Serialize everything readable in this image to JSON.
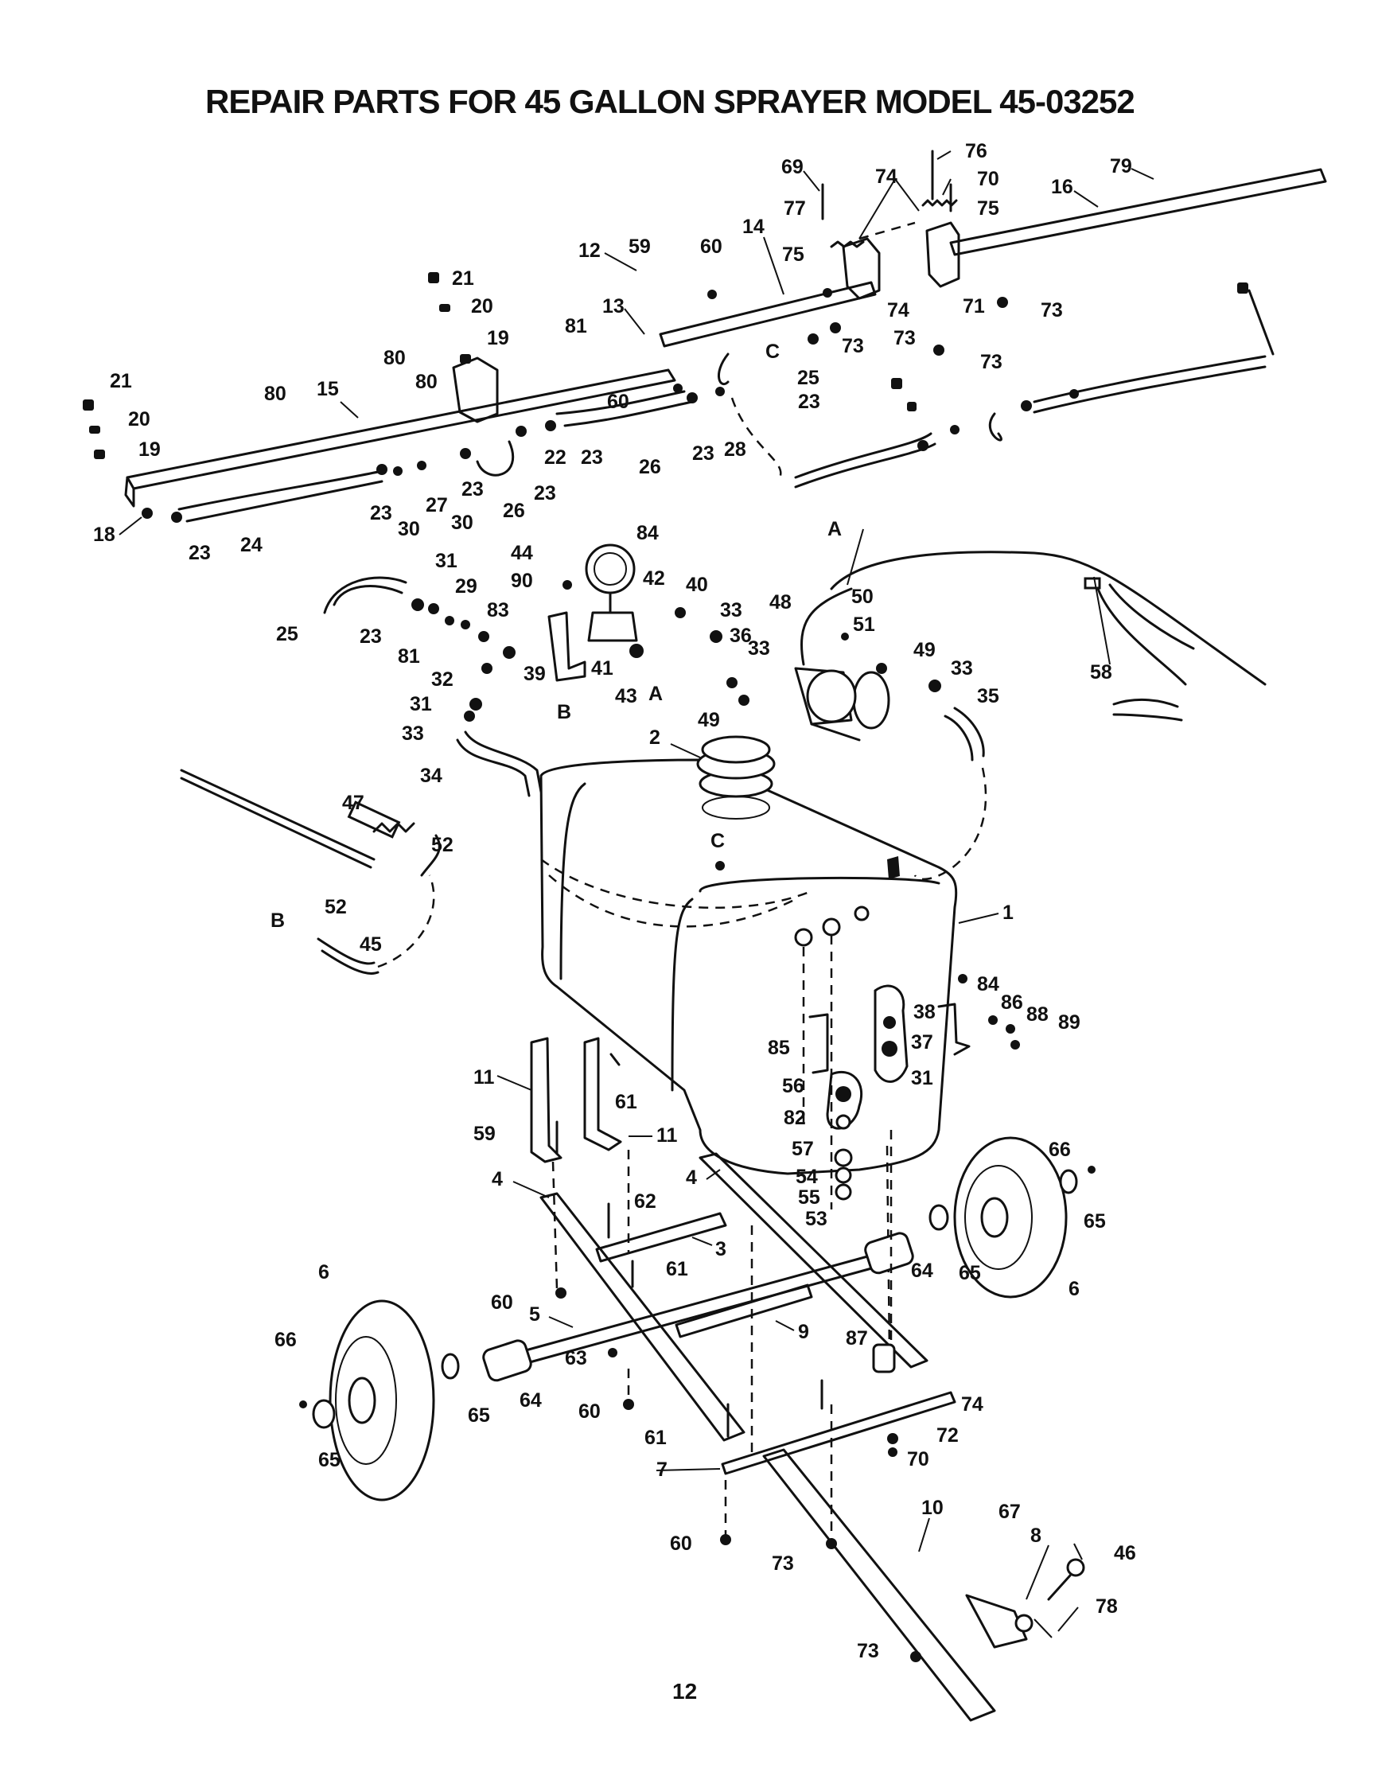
{
  "title": "REPAIR PARTS FOR 45 GALLON SPRAYER MODEL 45-03252",
  "page_number": "12",
  "callouts": [
    {
      "id": "c1",
      "text": "1"
    },
    {
      "id": "c2",
      "text": "2"
    },
    {
      "id": "c3",
      "text": "3"
    },
    {
      "id": "c4a",
      "text": "4"
    },
    {
      "id": "c4b",
      "text": "4"
    },
    {
      "id": "c5",
      "text": "5"
    },
    {
      "id": "c6a",
      "text": "6"
    },
    {
      "id": "c6b",
      "text": "6"
    },
    {
      "id": "c7",
      "text": "7"
    },
    {
      "id": "c8",
      "text": "8"
    },
    {
      "id": "c9",
      "text": "9"
    },
    {
      "id": "c10",
      "text": "10"
    },
    {
      "id": "c11a",
      "text": "11"
    },
    {
      "id": "c11b",
      "text": "11"
    },
    {
      "id": "c12",
      "text": "12"
    },
    {
      "id": "c13",
      "text": "13"
    },
    {
      "id": "c14",
      "text": "14"
    },
    {
      "id": "c15",
      "text": "15"
    },
    {
      "id": "c16",
      "text": "16"
    },
    {
      "id": "c18",
      "text": "18"
    },
    {
      "id": "c19a",
      "text": "19"
    },
    {
      "id": "c19b",
      "text": "19"
    },
    {
      "id": "c20a",
      "text": "20"
    },
    {
      "id": "c20b",
      "text": "20"
    },
    {
      "id": "c21a",
      "text": "21"
    },
    {
      "id": "c21b",
      "text": "21"
    },
    {
      "id": "c22",
      "text": "22"
    },
    {
      "id": "c23a",
      "text": "23"
    },
    {
      "id": "c23b",
      "text": "23"
    },
    {
      "id": "c23c",
      "text": "23"
    },
    {
      "id": "c23d",
      "text": "23"
    },
    {
      "id": "c23e",
      "text": "23"
    },
    {
      "id": "c23f",
      "text": "23"
    },
    {
      "id": "c23g",
      "text": "23"
    },
    {
      "id": "c23h",
      "text": "23"
    },
    {
      "id": "c24",
      "text": "24"
    },
    {
      "id": "c25a",
      "text": "25"
    },
    {
      "id": "c25b",
      "text": "25"
    },
    {
      "id": "c26a",
      "text": "26"
    },
    {
      "id": "c26b",
      "text": "26"
    },
    {
      "id": "c27",
      "text": "27"
    },
    {
      "id": "c28",
      "text": "28"
    },
    {
      "id": "c29",
      "text": "29"
    },
    {
      "id": "c30a",
      "text": "30"
    },
    {
      "id": "c30b",
      "text": "30"
    },
    {
      "id": "c31a",
      "text": "31"
    },
    {
      "id": "c31b",
      "text": "31"
    },
    {
      "id": "c31c",
      "text": "31"
    },
    {
      "id": "c32",
      "text": "32"
    },
    {
      "id": "c33a",
      "text": "33"
    },
    {
      "id": "c33b",
      "text": "33"
    },
    {
      "id": "c33c",
      "text": "33"
    },
    {
      "id": "c33d",
      "text": "33"
    },
    {
      "id": "c34",
      "text": "34"
    },
    {
      "id": "c35",
      "text": "35"
    },
    {
      "id": "c36",
      "text": "36"
    },
    {
      "id": "c37",
      "text": "37"
    },
    {
      "id": "c38",
      "text": "38"
    },
    {
      "id": "c39",
      "text": "39"
    },
    {
      "id": "c40",
      "text": "40"
    },
    {
      "id": "c41",
      "text": "41"
    },
    {
      "id": "c42",
      "text": "42"
    },
    {
      "id": "c43",
      "text": "43"
    },
    {
      "id": "c44",
      "text": "44"
    },
    {
      "id": "c45",
      "text": "45"
    },
    {
      "id": "c46",
      "text": "46"
    },
    {
      "id": "c47",
      "text": "47"
    },
    {
      "id": "c48",
      "text": "48"
    },
    {
      "id": "c49a",
      "text": "49"
    },
    {
      "id": "c49b",
      "text": "49"
    },
    {
      "id": "c50",
      "text": "50"
    },
    {
      "id": "c51",
      "text": "51"
    },
    {
      "id": "c52a",
      "text": "52"
    },
    {
      "id": "c52b",
      "text": "52"
    },
    {
      "id": "c53",
      "text": "53"
    },
    {
      "id": "c54",
      "text": "54"
    },
    {
      "id": "c55",
      "text": "55"
    },
    {
      "id": "c56",
      "text": "56"
    },
    {
      "id": "c57",
      "text": "57"
    },
    {
      "id": "c58",
      "text": "58"
    },
    {
      "id": "c59a",
      "text": "59"
    },
    {
      "id": "c59b",
      "text": "59"
    },
    {
      "id": "c60a",
      "text": "60"
    },
    {
      "id": "c60b",
      "text": "60"
    },
    {
      "id": "c60c",
      "text": "60"
    },
    {
      "id": "c60d",
      "text": "60"
    },
    {
      "id": "c60e",
      "text": "60"
    },
    {
      "id": "c61a",
      "text": "61"
    },
    {
      "id": "c61b",
      "text": "61"
    },
    {
      "id": "c61c",
      "text": "61"
    },
    {
      "id": "c62",
      "text": "62"
    },
    {
      "id": "c63",
      "text": "63"
    },
    {
      "id": "c64a",
      "text": "64"
    },
    {
      "id": "c64b",
      "text": "64"
    },
    {
      "id": "c65a",
      "text": "65"
    },
    {
      "id": "c65b",
      "text": "65"
    },
    {
      "id": "c65c",
      "text": "65"
    },
    {
      "id": "c65d",
      "text": "65"
    },
    {
      "id": "c66a",
      "text": "66"
    },
    {
      "id": "c66b",
      "text": "66"
    },
    {
      "id": "c67",
      "text": "67"
    },
    {
      "id": "c69",
      "text": "69"
    },
    {
      "id": "c70a",
      "text": "70"
    },
    {
      "id": "c70b",
      "text": "70"
    },
    {
      "id": "c71",
      "text": "71"
    },
    {
      "id": "c72",
      "text": "72"
    },
    {
      "id": "c73a",
      "text": "73"
    },
    {
      "id": "c73b",
      "text": "73"
    },
    {
      "id": "c73c",
      "text": "73"
    },
    {
      "id": "c73d",
      "text": "73"
    },
    {
      "id": "c73e",
      "text": "73"
    },
    {
      "id": "c73f",
      "text": "73"
    },
    {
      "id": "c74a",
      "text": "74"
    },
    {
      "id": "c74b",
      "text": "74"
    },
    {
      "id": "c74c",
      "text": "74"
    },
    {
      "id": "c75a",
      "text": "75"
    },
    {
      "id": "c75b",
      "text": "75"
    },
    {
      "id": "c76",
      "text": "76"
    },
    {
      "id": "c77",
      "text": "77"
    },
    {
      "id": "c78",
      "text": "78"
    },
    {
      "id": "c79",
      "text": "79"
    },
    {
      "id": "c80a",
      "text": "80"
    },
    {
      "id": "c80b",
      "text": "80"
    },
    {
      "id": "c80c",
      "text": "80"
    },
    {
      "id": "c81a",
      "text": "81"
    },
    {
      "id": "c81b",
      "text": "81"
    },
    {
      "id": "c82",
      "text": "82"
    },
    {
      "id": "c83",
      "text": "83"
    },
    {
      "id": "c84a",
      "text": "84"
    },
    {
      "id": "c84b",
      "text": "84"
    },
    {
      "id": "c85",
      "text": "85"
    },
    {
      "id": "c86",
      "text": "86"
    },
    {
      "id": "c87",
      "text": "87"
    },
    {
      "id": "c88",
      "text": "88"
    },
    {
      "id": "c89",
      "text": "89"
    },
    {
      "id": "c90",
      "text": "90"
    },
    {
      "id": "refA1",
      "text": "A"
    },
    {
      "id": "refA2",
      "text": "A"
    },
    {
      "id": "refB1",
      "text": "B"
    },
    {
      "id": "refB2",
      "text": "B"
    },
    {
      "id": "refC1",
      "text": "C"
    },
    {
      "id": "refC2",
      "text": "C"
    }
  ]
}
